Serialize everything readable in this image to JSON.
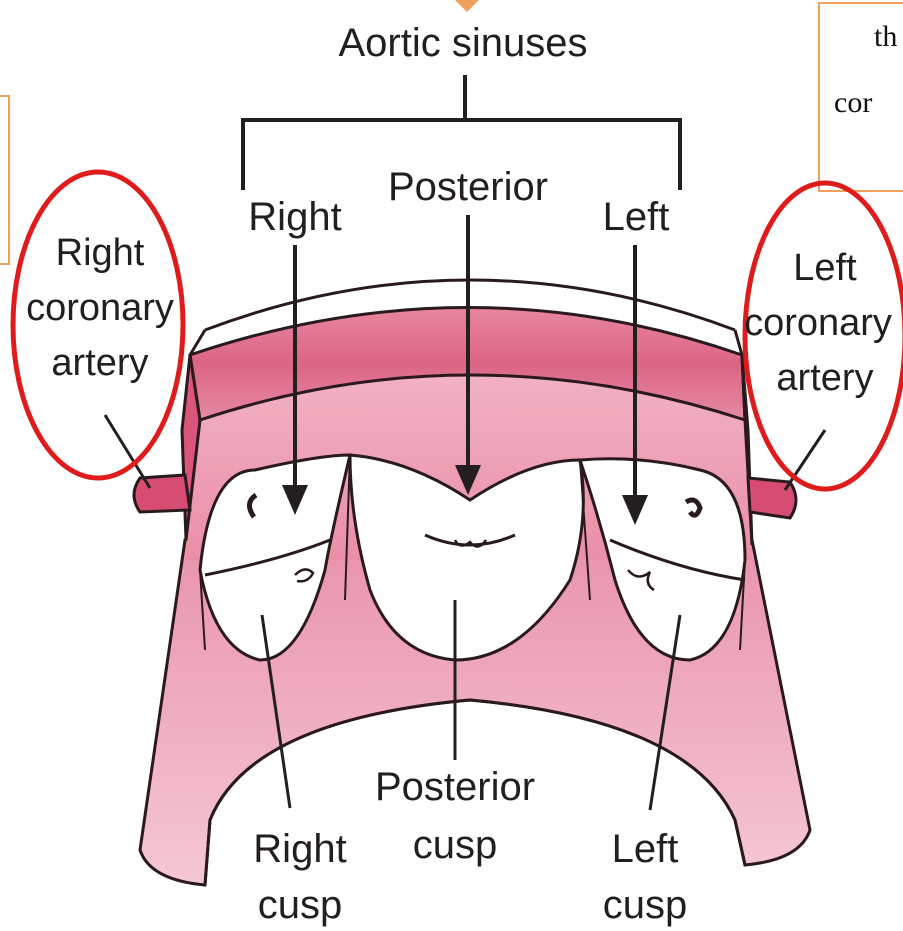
{
  "diagram": {
    "header": "Aortic sinuses",
    "sinus_labels": {
      "right": "Right",
      "posterior": "Posterior",
      "left": "Left"
    },
    "coronary_labels": {
      "right": [
        "Right",
        "coronary",
        "artery"
      ],
      "left": [
        "Left",
        "coronary",
        "artery"
      ]
    },
    "cusp_labels": {
      "right": [
        "Right",
        "cusp"
      ],
      "posterior": [
        "Posterior",
        "cusp"
      ],
      "left": [
        "Left",
        "cusp"
      ]
    }
  },
  "callout_right": {
    "line1": "th",
    "line2": "cor"
  },
  "colors": {
    "highlight_circle": "#e01b1b",
    "callout_border": "#f0a25c",
    "wall_pink": "#e0738f",
    "wall_dark": "#c84a6c",
    "inner_light": "#f3c3cf",
    "cusp_white": "#ffffff"
  }
}
